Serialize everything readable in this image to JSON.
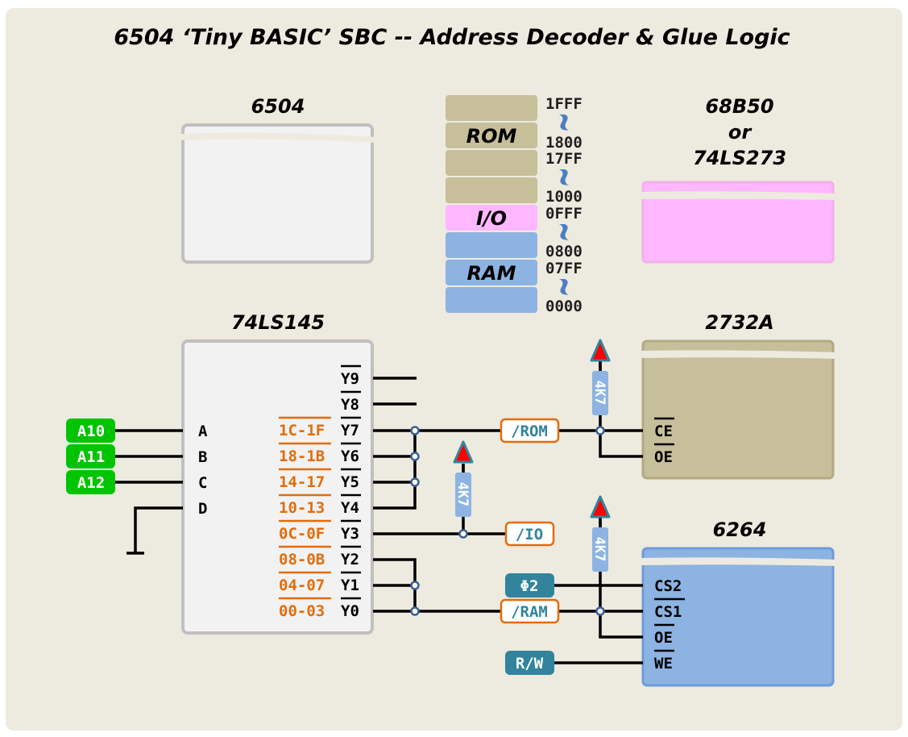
{
  "title": "6504 ‘Tiny BASIC’ SBC  --  Address Decoder & Glue Logic",
  "colors": {
    "background": "#edeadf",
    "rom": "#c7bf9a",
    "io": "#ffb8ff",
    "ram": "#8db3e2",
    "cpu": "#f2f2f2",
    "green_tag": "#00c400",
    "teal_tag": "#31849b",
    "orange": "#e36c0a",
    "pullup_red": "#ff0000",
    "junction": "#3b5f95"
  },
  "chips": {
    "cpu": {
      "name": "6504"
    },
    "io": {
      "name_line1": "68B50",
      "name_line2": "or",
      "name_line3": "74LS273"
    },
    "decoder": {
      "name": "74LS145"
    },
    "rom": {
      "name": "2732A",
      "pins": [
        "CE",
        "OE"
      ]
    },
    "ram": {
      "name": "6264",
      "pins": [
        "CS2",
        "CS1",
        "OE",
        "WE"
      ]
    }
  },
  "memory_map": {
    "regions": [
      {
        "label": "",
        "type": "rom"
      },
      {
        "label": "ROM",
        "type": "rom"
      },
      {
        "label": "",
        "type": "rom"
      },
      {
        "label": "",
        "type": "rom"
      },
      {
        "label": "I/O",
        "type": "io"
      },
      {
        "label": "",
        "type": "ram"
      },
      {
        "label": "RAM",
        "type": "ram"
      },
      {
        "label": "",
        "type": "ram"
      }
    ],
    "addresses": [
      "1FFF",
      "1800",
      "17FF",
      "1000",
      "0FFF",
      "0800",
      "07FF",
      "0000"
    ]
  },
  "decoder_inputs": [
    {
      "pin": "A",
      "signal": "A10"
    },
    {
      "pin": "B",
      "signal": "A11"
    },
    {
      "pin": "C",
      "signal": "A12"
    },
    {
      "pin": "D",
      "signal": ""
    }
  ],
  "decoder_outputs": [
    {
      "pin": "Y9",
      "range": ""
    },
    {
      "pin": "Y8",
      "range": ""
    },
    {
      "pin": "Y7",
      "range": "1C-1F"
    },
    {
      "pin": "Y6",
      "range": "18-1B"
    },
    {
      "pin": "Y5",
      "range": "14-17"
    },
    {
      "pin": "Y4",
      "range": "10-13"
    },
    {
      "pin": "Y3",
      "range": "0C-0F"
    },
    {
      "pin": "Y2",
      "range": "08-0B"
    },
    {
      "pin": "Y1",
      "range": "04-07"
    },
    {
      "pin": "Y0",
      "range": "00-03"
    }
  ],
  "signals": {
    "rom_select": "/ROM",
    "io_select": "/IO",
    "ram_select": "/RAM",
    "phi2": "Φ2",
    "rw": "R/W"
  },
  "pullup_resistor": "4K7"
}
